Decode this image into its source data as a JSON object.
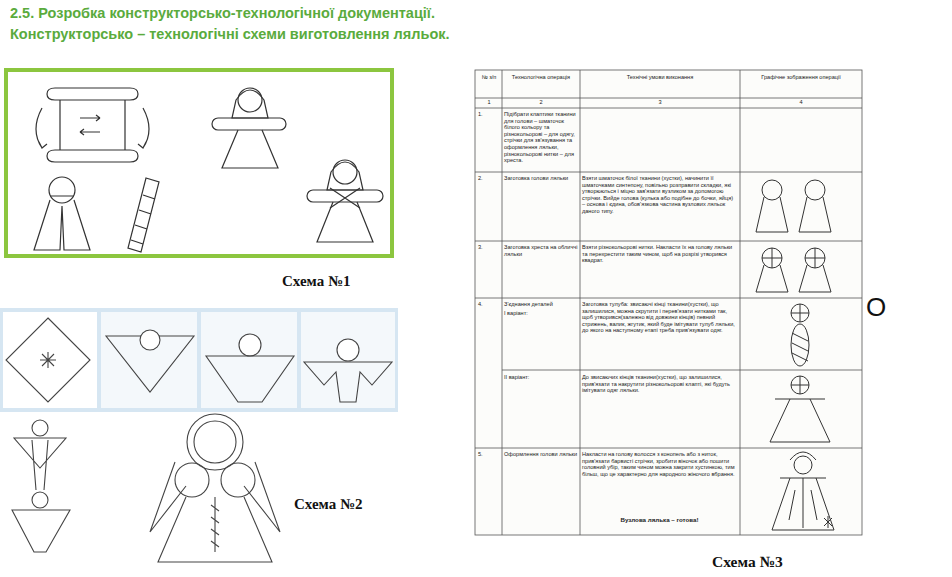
{
  "diagram": {
    "title": "2.5. Розробка конструкторсько-технологічної документації.",
    "labels": [
      "Конструкторсько – технологічні схеми виготовлення ляльок.",
      "Схема №1",
      "Схема №2",
      "№ з/п",
      "Технологічна операція",
      "Технічні умови виконання",
      "Графічне зображення операції",
      "1",
      "2",
      "3",
      "4",
      "1.",
      "Підібрати клаптики тканини для голови – шматочок білого кольору та різнокольорові – для одягу, стрічки для зв'язування та оформлення ляльки, різнокольорові нитки – для хреста.",
      "2.",
      "Заготовка голови ляльки",
      "Взяти шматочок білої тканини (хустки), начинити її шматочками синтепону, повільно розправити складки, які утворюються і міцно зав'язати вузликом за допомогою стрічки. Вийде голова (кулька або подібне до бочки, яйця) – основа і єдина, обов'язкова частина вузлових ляльок даного типу.",
      "3.",
      "Заготовка хреста на обличчі ляльки",
      "Взяти різнокольорові нитки. Накласти їх на голову ляльки та перехрестити таким чином, щоб на розрізі утворився квадрат.",
      "4.",
      "З'єднання деталей",
      "I варіант:",
      "Заготовка тулуба: звисаючі кінці тканини(хустки), що залишилися, можна скрутити і перев'язати нитками так, щоб утворився(залежно від довжини кінців) певний стрижень, валик, жгутик, який буде імітувати тулуб ляльки, до якого на наступному етапі треба прив'язувати одяг.",
      "II варіант:",
      "До звисаючих кінців тканини(хустки), що залишилися, прив'язати та накрутити різнокольорові клапті, які будуть імітувати одяг ляльки.",
      "5.",
      "Оформлення голови ляльки",
      "Накласти на голову волосся з конопель або з ниток, прив'язати барвисті стрічки, зробити віночок або пошити головний убір, таким чином можна закрити хустинкою, тим більш, що це характерно для народного жіночого вбрання.",
      "Вузлова лялька – готова!",
      "O",
      "Схема №3"
    ]
  }
}
